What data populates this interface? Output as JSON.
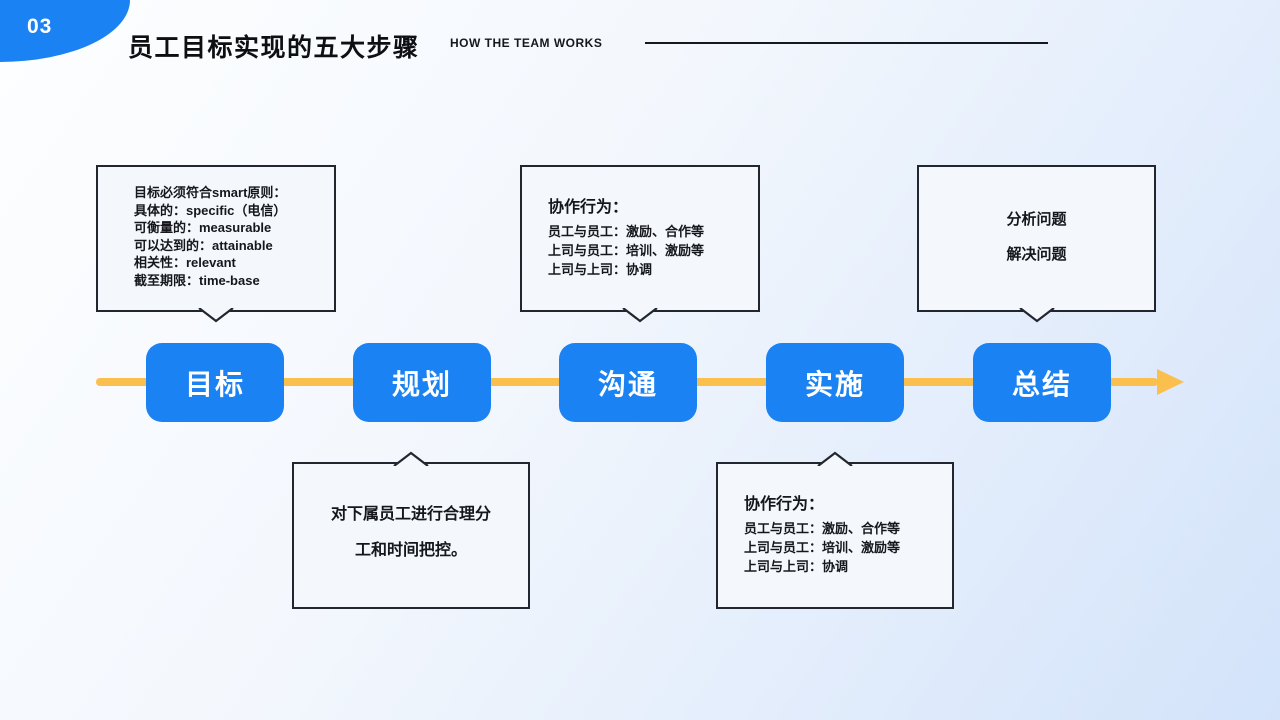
{
  "header": {
    "page_number": "03",
    "title": "员工目标实现的五大步骤",
    "subtitle": "HOW THE TEAM WORKS"
  },
  "steps": [
    {
      "label": "目标"
    },
    {
      "label": "规划"
    },
    {
      "label": "沟通"
    },
    {
      "label": "实施"
    },
    {
      "label": "总结"
    }
  ],
  "callouts": {
    "smart": {
      "lines": [
        "目标必须符合smart原则：",
        "具体的：specific（电信）",
        "可衡量的：measurable",
        "可以达到的：attainable",
        "相关性：relevant",
        "截至期限：time-base"
      ]
    },
    "communication": {
      "heading": "协作行为：",
      "lines": [
        "员工与员工：激励、合作等",
        "上司与员工：培训、激励等",
        "上司与上司：协调"
      ]
    },
    "summary": {
      "lines": [
        "分析问题",
        "解决问题"
      ]
    },
    "planning": {
      "lines": [
        "对下属员工进行合理分",
        "工和时间把控。"
      ]
    },
    "implementation": {
      "heading": "协作行为：",
      "lines": [
        "员工与员工：激励、合作等",
        "上司与员工：培训、激励等",
        "上司与上司：协调"
      ]
    }
  },
  "colors": {
    "accent_blue": "#1a82f3",
    "arrow_yellow": "#fabf4d",
    "callout_border": "#22262e",
    "callout_bg": "#f4f8fd",
    "background_gradient_start": "#fdfeff",
    "background_gradient_end": "#d3e3fa"
  }
}
